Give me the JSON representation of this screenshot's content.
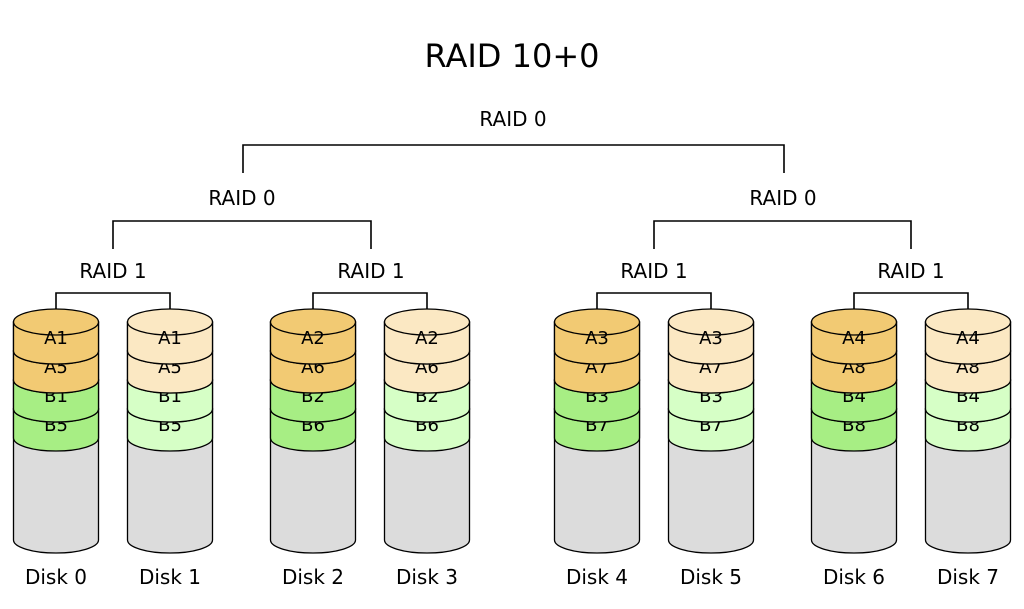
{
  "title": "RAID 10+0",
  "top_label": "RAID 0",
  "groups": [
    {
      "label": "RAID 0",
      "mirrors": [
        {
          "label": "RAID 1",
          "disks": [
            {
              "name": "Disk 0",
              "role": "primary",
              "blocks": [
                "A1",
                "A5",
                "B1",
                "B5"
              ]
            },
            {
              "name": "Disk 1",
              "role": "mirror",
              "blocks": [
                "A1",
                "A5",
                "B1",
                "B5"
              ]
            }
          ]
        },
        {
          "label": "RAID 1",
          "disks": [
            {
              "name": "Disk 2",
              "role": "primary",
              "blocks": [
                "A2",
                "A6",
                "B2",
                "B6"
              ]
            },
            {
              "name": "Disk 3",
              "role": "mirror",
              "blocks": [
                "A2",
                "A6",
                "B2",
                "B6"
              ]
            }
          ]
        }
      ]
    },
    {
      "label": "RAID 0",
      "mirrors": [
        {
          "label": "RAID 1",
          "disks": [
            {
              "name": "Disk 4",
              "role": "primary",
              "blocks": [
                "A3",
                "A7",
                "B3",
                "B7"
              ]
            },
            {
              "name": "Disk 5",
              "role": "mirror",
              "blocks": [
                "A3",
                "A7",
                "B3",
                "B7"
              ]
            }
          ]
        },
        {
          "label": "RAID 1",
          "disks": [
            {
              "name": "Disk 6",
              "role": "primary",
              "blocks": [
                "A4",
                "A8",
                "B4",
                "B8"
              ]
            },
            {
              "name": "Disk 7",
              "role": "mirror",
              "blocks": [
                "A4",
                "A8",
                "B4",
                "B8"
              ]
            }
          ]
        }
      ]
    }
  ],
  "colors": {
    "a_primary": "#f2ca73",
    "a_mirror": "#fbe8c3",
    "b_primary": "#a7ee84",
    "b_mirror": "#d6ffc6",
    "disk_body": "#dcdcdc",
    "outline": "#000000"
  }
}
